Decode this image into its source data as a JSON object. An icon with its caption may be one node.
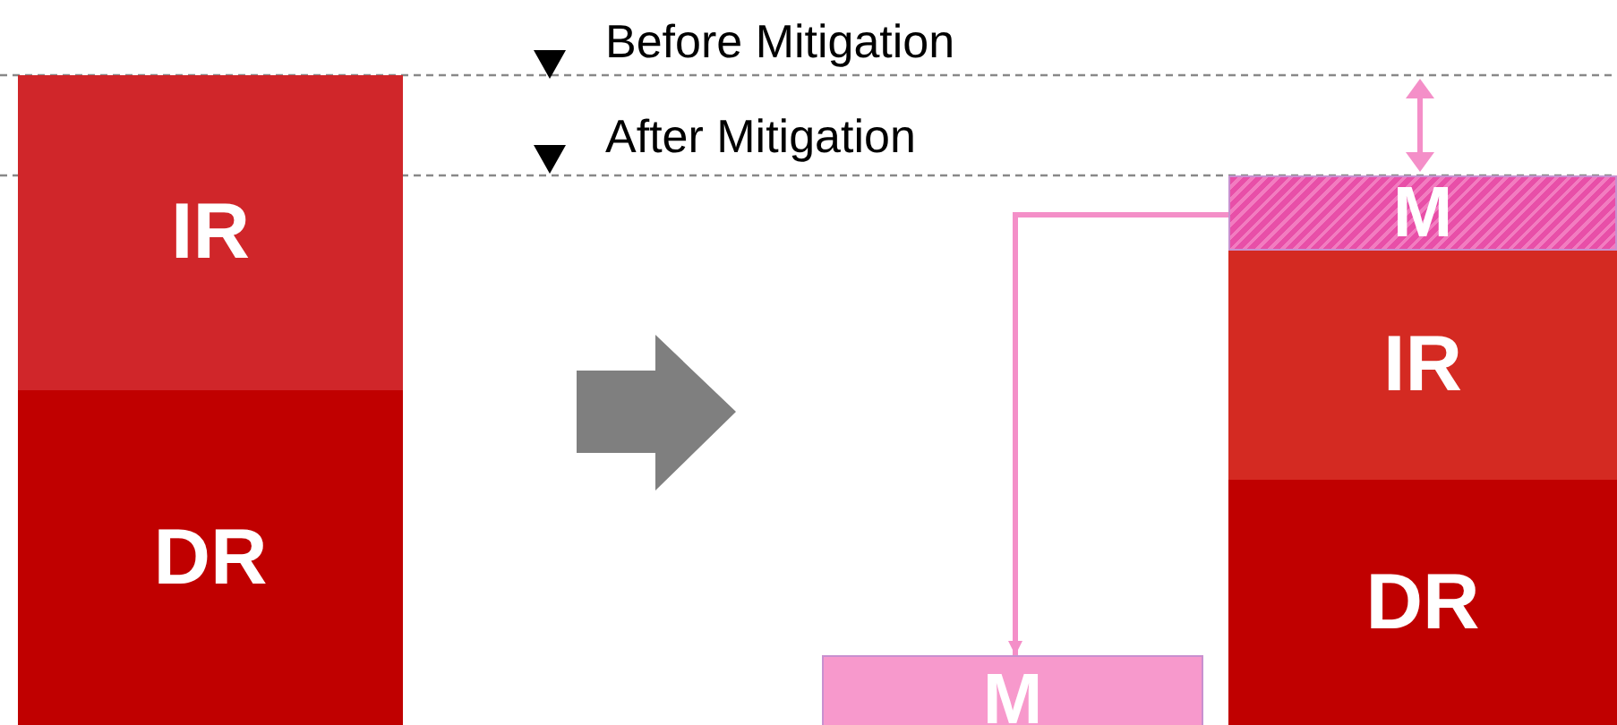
{
  "diagram": {
    "nodes": [
      {
        "text": [
          "IR"
        ]
      },
      {
        "text": [
          "DR"
        ]
      },
      {
        "text": [
          "M"
        ]
      },
      {
        "text": [
          "IR"
        ]
      },
      {
        "text": [
          "DR"
        ]
      },
      {
        "text": [
          "M"
        ]
      }
    ],
    "edges": [
      {
        "from": 2,
        "to": 5,
        "arrow": "to",
        "color": "#f48fc8"
      }
    ],
    "labels": [
      "Before Mitigation",
      "After Mitigation"
    ]
  }
}
